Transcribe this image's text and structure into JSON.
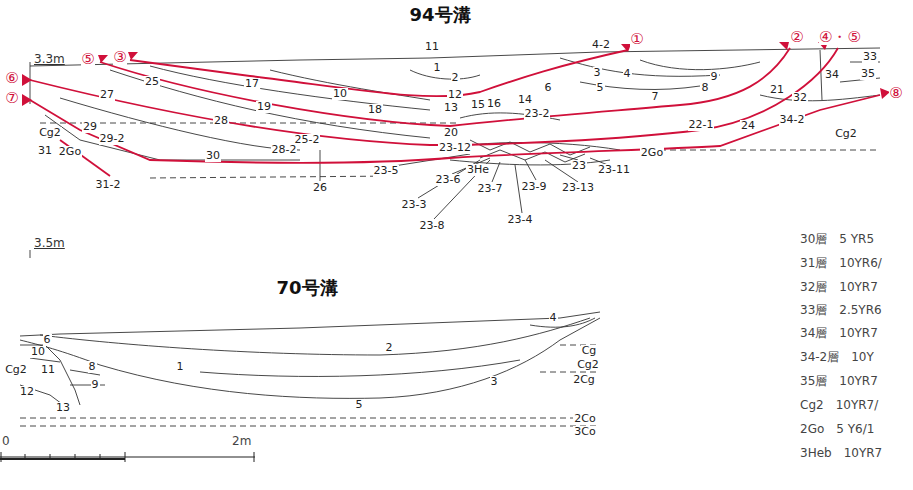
{
  "diagram": {
    "labels": [
      "94号溝",
      "3.3m",
      "①",
      "②",
      "④・⑤",
      "③",
      "⑤",
      "⑥",
      "⑦",
      "⑧",
      "11",
      "1",
      "2",
      "4-2",
      "3",
      "4",
      "5",
      "6",
      "7",
      "8",
      "9",
      "21",
      "33",
      "32",
      "34",
      "35",
      "34-2",
      "Cg2",
      "22-1",
      "24",
      "12",
      "13",
      "15",
      "16",
      "14",
      "10",
      "17",
      "18",
      "19",
      "25",
      "27",
      "28",
      "20",
      "23-2",
      "23-12",
      "23-5",
      "3He",
      "23-3",
      "23-6",
      "23-8",
      "23-7",
      "23-4",
      "23-9",
      "23-13",
      "23",
      "23-11",
      "2Go",
      "25-2",
      "28-2",
      "26",
      "30",
      "29",
      "29-2",
      "31",
      "Cg2",
      "2Go",
      "31-2",
      "70号溝",
      "3.5m",
      "6",
      "10",
      "Cg2",
      "11",
      "8",
      "9",
      "12",
      "13",
      "1",
      "2",
      "3",
      "4",
      "5",
      "Cg",
      "Cg2",
      "2Cg",
      "2Co",
      "3Co",
      "0",
      "2m",
      "30層　5 YR5",
      "31層　10YR6/",
      "32層　10YR7",
      "33層　2.5YR6",
      "34層　10YR7",
      "34-2層　10Y",
      "35層　10YR7",
      "Cg2　10YR7/",
      "2Go　5 Y6/1",
      "3Heb　10YR7"
    ]
  }
}
